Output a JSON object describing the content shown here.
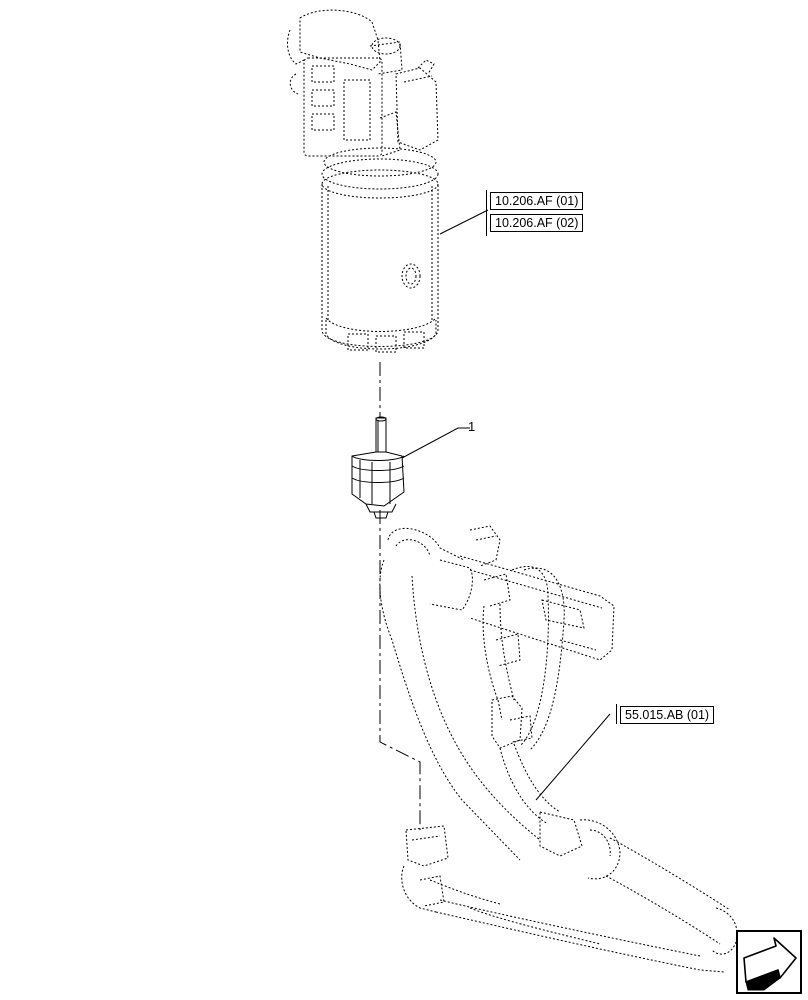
{
  "callouts": {
    "part_1": "1"
  },
  "references": {
    "filter_ref_1": "10.206.AF (01)",
    "filter_ref_2": "10.206.AF (02)",
    "hose_ref": "55.015.AB (01)"
  },
  "icons": {
    "navigation": "next-page-arrow-icon"
  },
  "colors": {
    "line": "#000000",
    "background": "#ffffff"
  }
}
